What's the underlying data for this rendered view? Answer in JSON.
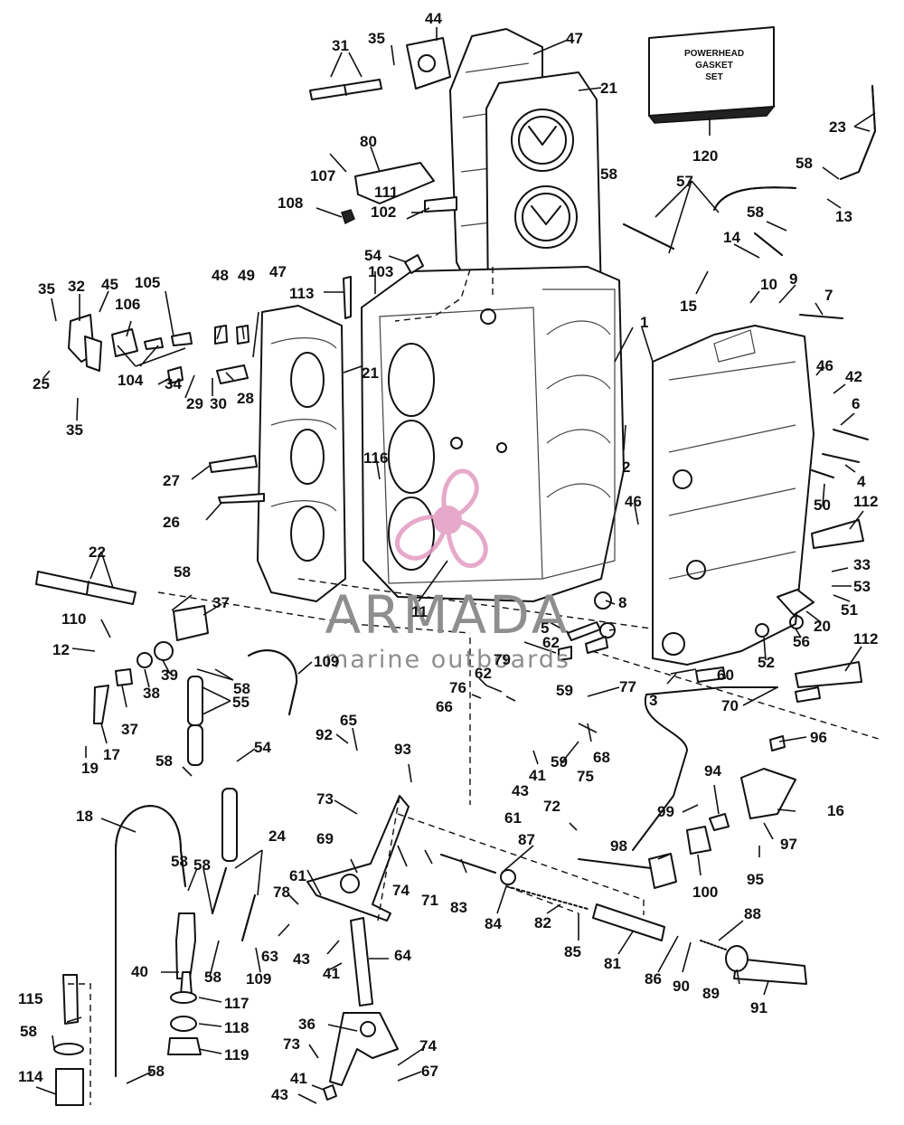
{
  "labels": {
    "l1": "1",
    "l2": "2",
    "l3": "3",
    "l4": "4",
    "l5": "5",
    "l6": "6",
    "l7": "7",
    "l8": "8",
    "l9": "9",
    "l10": "10",
    "l11": "11",
    "l12": "12",
    "l13": "13",
    "l14": "14",
    "l15": "15",
    "l16": "16",
    "l17": "17",
    "l18": "18",
    "l19": "19",
    "l20": "20",
    "l21a": "21",
    "l21b": "21",
    "l22": "22",
    "l23": "23",
    "l24": "24",
    "l25": "25",
    "l26": "26",
    "l27": "27",
    "l28": "28",
    "l29": "29",
    "l30": "30",
    "l31": "31",
    "l32": "32",
    "l33": "33",
    "l34": "34",
    "l35a": "35",
    "l35b": "35",
    "l35c": "35",
    "l36": "36",
    "l37a": "37",
    "l37b": "37",
    "l38": "38",
    "l39": "39",
    "l40": "40",
    "l41a": "41",
    "l41b": "41",
    "l41c": "41",
    "l42": "42",
    "l43a": "43",
    "l43b": "43",
    "l43c": "43",
    "l44": "44",
    "l45": "45",
    "l46a": "46",
    "l46b": "46",
    "l47a": "47",
    "l47b": "47",
    "l48": "48",
    "l49": "49",
    "l50": "50",
    "l51": "51",
    "l52": "52",
    "l53": "53",
    "l54a": "54",
    "l54b": "54",
    "l55": "55",
    "l56": "56",
    "l57": "57",
    "l58a": "58",
    "l58b": "58",
    "l58c": "58",
    "l58d": "58",
    "l58e": "58",
    "l58f": "58",
    "l58g": "58",
    "l58h": "58",
    "l58i": "58",
    "l58j": "58",
    "l58k": "58",
    "l59a": "59",
    "l59b": "59",
    "l60": "60",
    "l61a": "61",
    "l61b": "61",
    "l62a": "62",
    "l62b": "62",
    "l63": "63",
    "l64": "64",
    "l65": "65",
    "l66": "66",
    "l67": "67",
    "l68": "68",
    "l69": "69",
    "l70": "70",
    "l71": "71",
    "l72": "72",
    "l73a": "73",
    "l73b": "73",
    "l74a": "74",
    "l74b": "74",
    "l75": "75",
    "l76": "76",
    "l77": "77",
    "l78": "78",
    "l79": "79",
    "l80": "80",
    "l81": "81",
    "l82": "82",
    "l83": "83",
    "l84": "84",
    "l85": "85",
    "l86": "86",
    "l87": "87",
    "l88": "88",
    "l89": "89",
    "l90": "90",
    "l91": "91",
    "l92": "92",
    "l93": "93",
    "l94": "94",
    "l95": "95",
    "l96": "96",
    "l97": "97",
    "l98": "98",
    "l99": "99",
    "l100": "100",
    "l102": "102",
    "l103": "103",
    "l104": "104",
    "l105": "105",
    "l106": "106",
    "l107": "107",
    "l108": "108",
    "l109a": "109",
    "l109b": "109",
    "l110": "110",
    "l111": "111",
    "l112a": "112",
    "l112b": "112",
    "l113": "113",
    "l114": "114",
    "l115": "115",
    "l116": "116",
    "l117": "117",
    "l118": "118",
    "l119": "119",
    "l120": "120"
  },
  "gasket_box": {
    "line1": "POWERHEAD",
    "line2": "GASKET",
    "line3": "SET"
  },
  "watermark": {
    "brand": "ARMADA",
    "tagline": "marine outboards",
    "logo_color": "#e39bc0",
    "text_color": "#8e8e8e"
  },
  "colors": {
    "ink": "#111111",
    "paper": "#ffffff"
  }
}
